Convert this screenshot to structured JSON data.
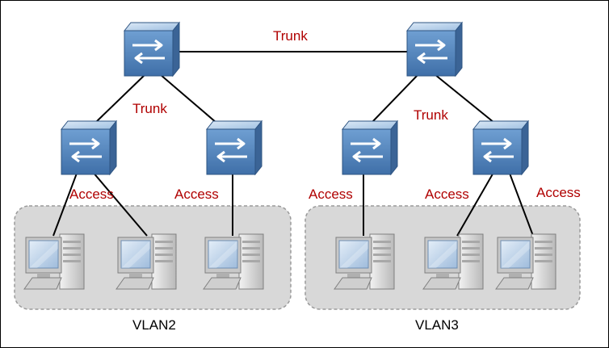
{
  "diagram": {
    "colors": {
      "link_label": "#b00000",
      "group_label": "#000000",
      "group_fill": "#d8d8d8",
      "switch_blue": "#5a8ec4",
      "link_line": "#000000"
    },
    "links": {
      "core_trunk": "Trunk",
      "left_trunk": "Trunk",
      "right_trunk": "Trunk",
      "access_1": "Access",
      "access_2": "Access",
      "access_3": "Access",
      "access_4": "Access",
      "access_5": "Access"
    },
    "groups": {
      "left": "VLAN2",
      "right": "VLAN3"
    },
    "icons": {
      "switch": "layer2-switch-icon",
      "pc": "desktop-pc-icon"
    }
  }
}
